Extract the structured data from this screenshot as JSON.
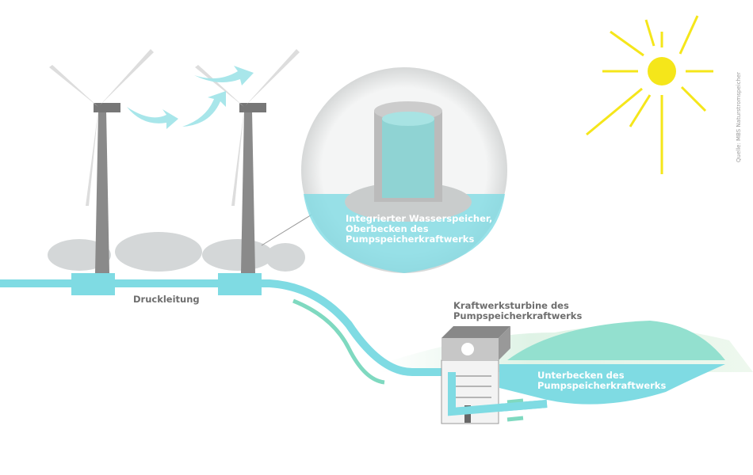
{
  "labels": {
    "reservoir_upper": [
      "Integrierter Wasserspeicher,",
      "Oberbecken des",
      "Pumpspeicherkraftwerks"
    ],
    "pipe": "Druckleitung",
    "turbine": [
      "Kraftwerksturbine des",
      "Pumpspeicherkraftwerks"
    ],
    "reservoir_lower": [
      "Unterbecken des",
      "Pumpspeicherkraftwerks"
    ]
  },
  "source": "Quelle: MBS Naturstromspeicher",
  "colors": {
    "water": "#7fdbe3",
    "water_light": "#bfeef0",
    "arrow": "#7fd9c0",
    "sun": "#f5e61a",
    "tower": "#8a8a8a"
  }
}
